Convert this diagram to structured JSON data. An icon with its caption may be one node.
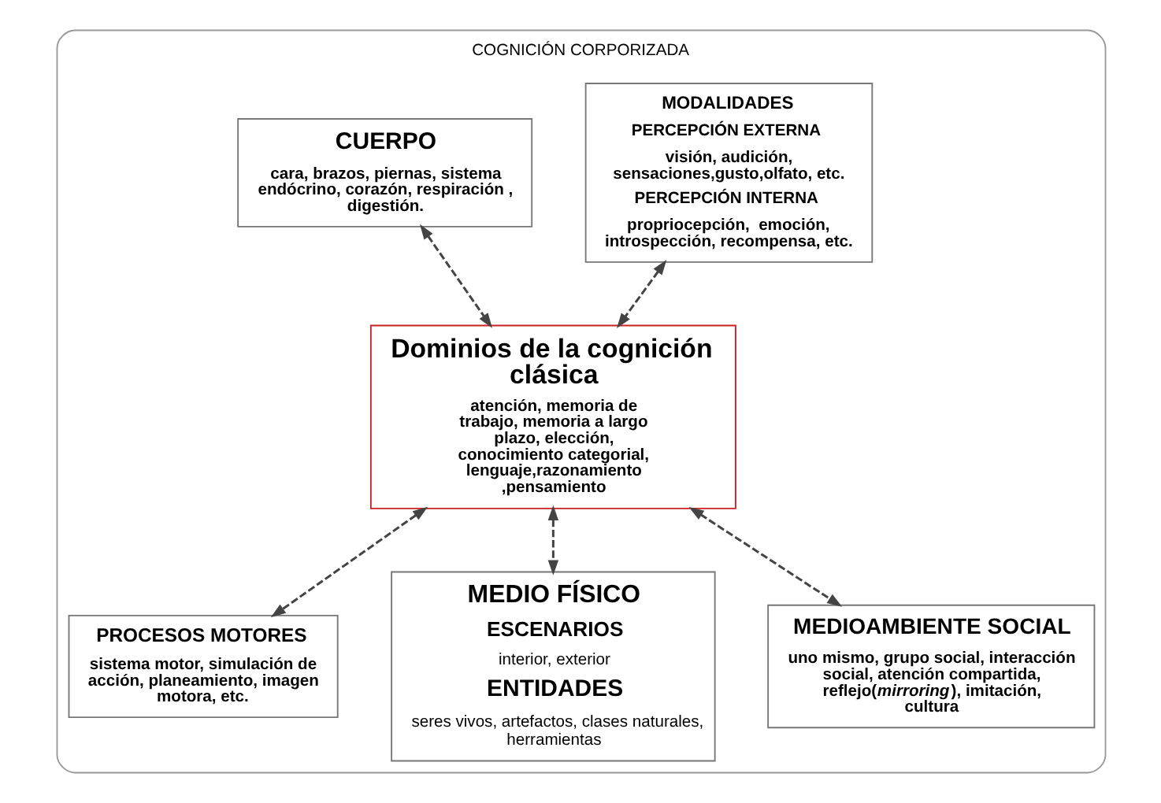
{
  "diagram": {
    "nodes": [
      {
        "text": [
          "COGNICIÓN CORPORIZADA"
        ]
      },
      {
        "text": [
          "MODALIDADES",
          "PERCEPCIÓN EXTERNA",
          "visión, audición, sensaciones,gusto,olfato, etc.",
          "PERCEPCIÓN INTERNA",
          "propriocepción,  emoción, introspección, recompensa, etc."
        ],
        "in": 0
      },
      {
        "text": [
          "CUERPO",
          "cara, brazos, piernas, sistema endócrino, corazón, respiración , digestión."
        ],
        "in": 0
      },
      {
        "text": [
          "Dominios de la cognición clásica",
          "atención, memoria de trabajo, memoria a largo plazo, elección, conocimiento categorial, lenguaje,razonamiento ,pensamiento"
        ],
        "in": 0
      },
      {
        "text": [
          "PROCESOS MOTORES",
          "sistema motor, simulación de acción, planeamiento, imagen motora, etc."
        ],
        "in": 0
      },
      {
        "text": [
          "MEDIO FÍSICO",
          "ESCENARIOS",
          "interior, exterior",
          "ENTIDADES",
          "seres vivos, artefactos, clases naturales, herramientas"
        ],
        "in": 0
      },
      {
        "text": [
          "MEDIOAMBIENTE SOCIAL",
          "uno mismo, grupo social, interacción social, atención compartida, reflejo(*mirroring*), imitación, cultura"
        ],
        "in": 0
      }
    ],
    "edges": [
      {
        "from": 1,
        "to": 3,
        "arrow": "both",
        "style": "dashed"
      },
      {
        "from": 2,
        "to": 3,
        "arrow": "both",
        "style": "dashed"
      },
      {
        "from": 3,
        "to": 4,
        "arrow": "both",
        "style": "dashed"
      },
      {
        "from": 3,
        "to": 5,
        "arrow": "both",
        "style": "dashed"
      },
      {
        "from": 3,
        "to": 6,
        "arrow": "both",
        "style": "dashed"
      }
    ]
  }
}
